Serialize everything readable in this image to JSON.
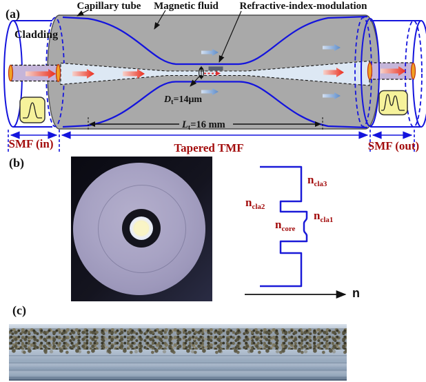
{
  "panel_a": {
    "label": "(a)",
    "capillary_tube": "Capillary tube",
    "magnetic_fluid": "Magnetic fluid",
    "rim": "Refractive-index-modulation",
    "cladding": "Cladding",
    "dt": {
      "base": "D",
      "sub": "t",
      "rest": "=14μm"
    },
    "lt": {
      "base": "L",
      "sub": "t",
      "rest": "=16 mm"
    },
    "smf_in": "SMF (in)",
    "tapered_tmf": "Tapered TMF",
    "smf_out": "SMF (out)"
  },
  "panel_b": {
    "label": "(b)",
    "n_cla3": {
      "base": "n",
      "sub": "cla3"
    },
    "n_cla2": {
      "base": "n",
      "sub": "cla2"
    },
    "n_cla1": {
      "base": "n",
      "sub": "cla1"
    },
    "n_core": {
      "base": "n",
      "sub": "core"
    },
    "axis_n": "n"
  },
  "panel_c": {
    "label": "(c)"
  },
  "colors": {
    "line_blue": "#1414dd",
    "label_red": "#a30d0d",
    "tube_gray": "#a9a9a9",
    "taper_fill": "#dde8f4",
    "smf_core_fill": "#c5b5d9",
    "pulse_box_fill": "#f6f29b",
    "splice_orange": "#f0a125",
    "modulation_bar": "#596070",
    "profile_blue": "#1a1ad8"
  }
}
